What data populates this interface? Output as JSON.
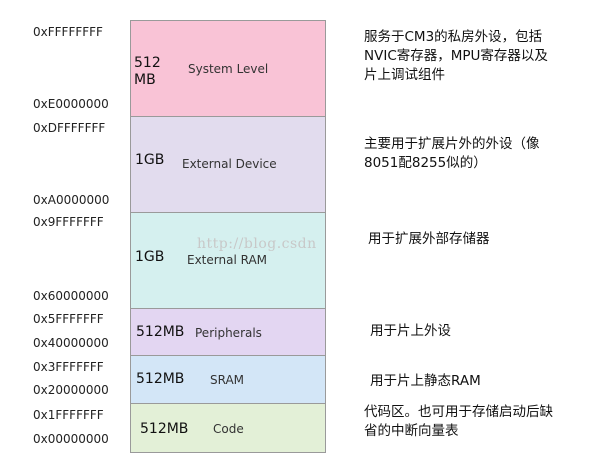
{
  "addresses": [
    "0xFFFFFFFF",
    "0xE0000000",
    "0xDFFFFFFF",
    "0xA0000000",
    "0x9FFFFFFF",
    "0x60000000",
    "0x5FFFFFFF",
    "0x40000000",
    "0x3FFFFFFF",
    "0x20000000",
    "0x1FFFFFFF",
    "0x00000000"
  ],
  "regions": [
    {
      "size": "512\nMB",
      "name": "System Level",
      "color": "#f9c3d6"
    },
    {
      "size": "1GB",
      "name": "External Device",
      "color": "#e2dcee"
    },
    {
      "size": "1GB",
      "name": "External RAM",
      "color": "#d5f0ef"
    },
    {
      "size": "512MB",
      "name": "Peripherals",
      "color": "#e3d6f2"
    },
    {
      "size": "512MB",
      "name": "SRAM",
      "color": "#d3e6f7"
    },
    {
      "size": "512MB",
      "name": "Code",
      "color": "#e3f0d7"
    }
  ],
  "descriptions": [
    "服务于CM3的私房外设，包括NVIC寄存器，MPU寄存器以及片上调试组件",
    "主要用于扩展片外的外设（像8051配8255似的）",
    "用于扩展外部存储器",
    "用于片上外设",
    "用于片上静态RAM",
    "代码区。也可用于存储启动后缺省的中断向量表"
  ],
  "watermark": "http://blog.csdn"
}
